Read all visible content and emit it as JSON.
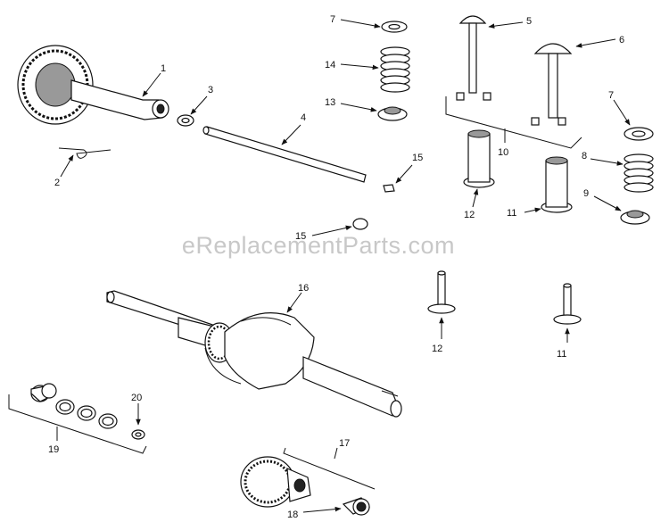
{
  "watermark": "eReplacementParts.com",
  "callouts": {
    "c1": "1",
    "c2": "2",
    "c3": "3",
    "c4": "4",
    "c5": "5",
    "c6": "6",
    "c7a": "7",
    "c7b": "7",
    "c8": "8",
    "c9": "9",
    "c10": "10",
    "c11a": "11",
    "c11b": "11",
    "c12a": "12",
    "c12b": "12",
    "c13": "13",
    "c14": "14",
    "c15a": "15",
    "c15b": "15",
    "c16": "16",
    "c17": "17",
    "c18": "18",
    "c19": "19",
    "c20": "20"
  }
}
